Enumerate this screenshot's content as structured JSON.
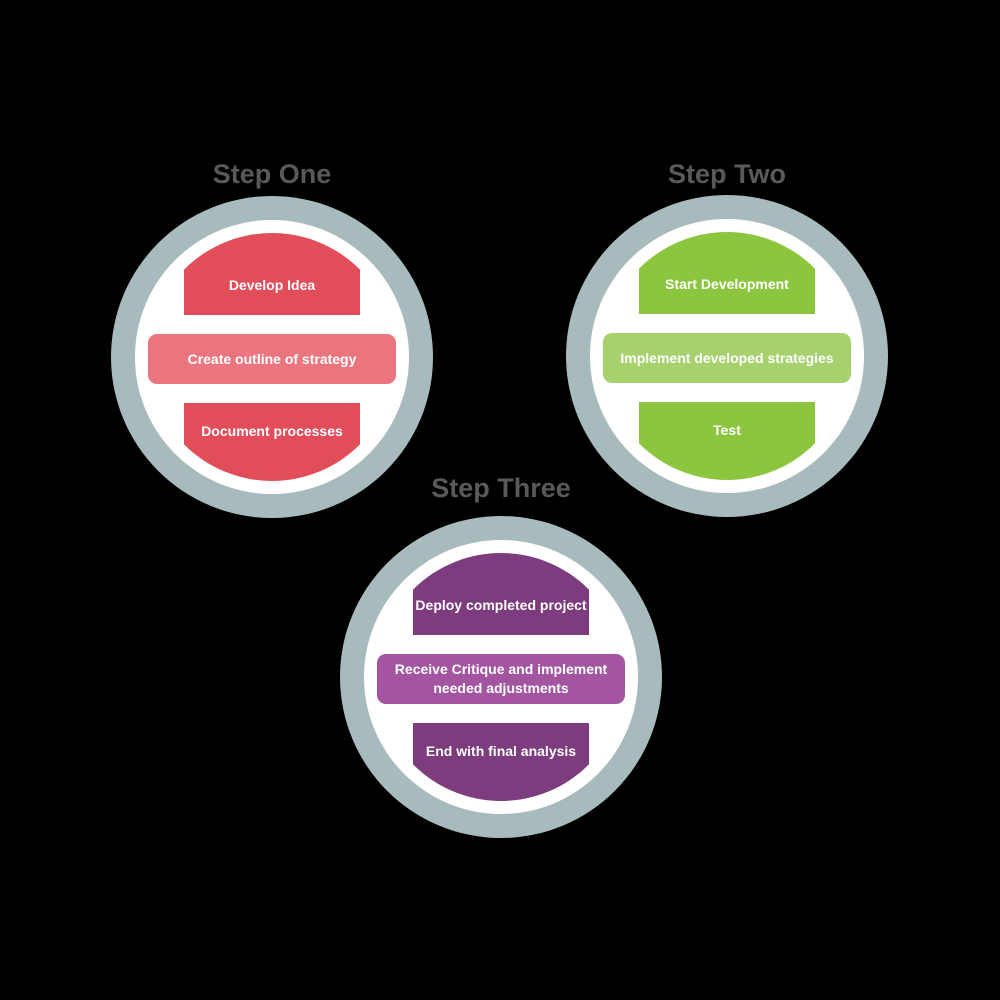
{
  "background_color": "#000000",
  "title_color": "#58595b",
  "ring_color": "#a8bbbc",
  "inner_circle_color": "#ffffff",
  "bar_text_color": "#ffffff",
  "steps": [
    {
      "title": "Step One",
      "dark_color": "#e24d5a",
      "light_color": "#eb757f",
      "bars": [
        "Develop Idea",
        "Create outline of strategy",
        "Document processes"
      ]
    },
    {
      "title": "Step Two",
      "dark_color": "#8cc63f",
      "light_color": "#a6d16d",
      "bars": [
        "Start Development",
        "Implement developed strategies",
        "Test"
      ]
    },
    {
      "title": "Step Three",
      "dark_color": "#7c3c7e",
      "light_color": "#a355a2",
      "bars": [
        "Deploy completed project",
        "Receive Critique and implement needed adjustments",
        "End with final analysis"
      ]
    }
  ]
}
